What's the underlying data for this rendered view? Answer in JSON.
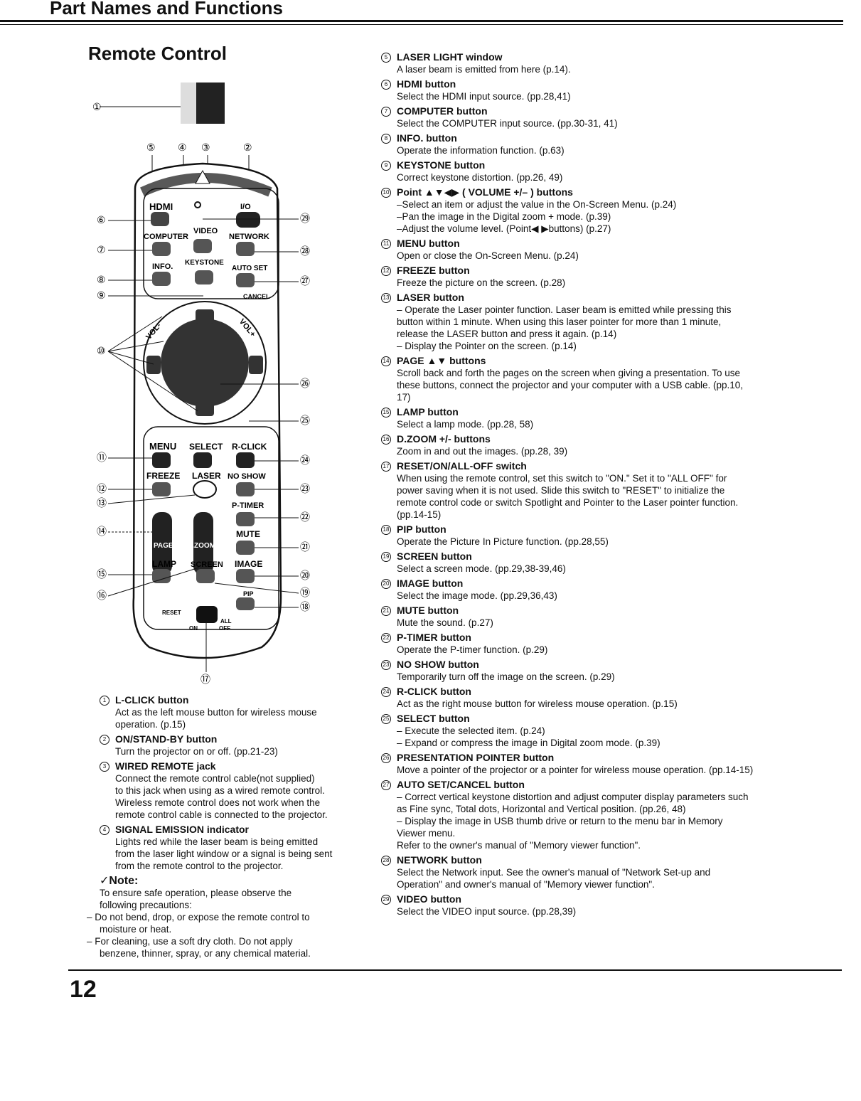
{
  "header": {
    "title": "Part Names and Functions"
  },
  "section_title": "Remote Control",
  "remote": {
    "labels": {
      "hdmi": "HDMI",
      "computer": "COMPUTER",
      "video": "VIDEO",
      "network": "NETWORK",
      "info": "INFO.",
      "keystone": "KEYSTONE",
      "autoset": "AUTO SET",
      "cancel": "CANCEL",
      "menu": "MENU",
      "select": "SELECT",
      "rclick": "R-CLICK",
      "freeze": "FREEZE",
      "laser": "LASER",
      "noshow": "NO SHOW",
      "ptimer": "P-TIMER",
      "page": "PAGE",
      "dzoom": "D.ZOOM",
      "mute": "MUTE",
      "lamp": "LAMP",
      "screen": "SCREEN",
      "image": "IMAGE",
      "pip": "PIP",
      "reset": "RESET",
      "all": "ALL",
      "on": "ON",
      "off": "OFF",
      "vol_minus": "VOL-",
      "vol_plus": "VOL+",
      "power": "I/O"
    },
    "callouts": [
      "①",
      "②",
      "③",
      "④",
      "⑤",
      "⑥",
      "⑦",
      "⑧",
      "⑨",
      "⑩",
      "⑪",
      "⑫",
      "⑬",
      "⑭",
      "⑮",
      "⑯",
      "⑰",
      "⑱",
      "⑲",
      "⑳",
      "㉑",
      "㉒",
      "㉓",
      "㉔",
      "㉕",
      "㉖",
      "㉗",
      "㉘",
      "㉙"
    ]
  },
  "left_items": [
    {
      "num": "1",
      "title": "L-CLICK button",
      "lines": [
        "Act as the left mouse button for wireless mouse",
        "operation. (p.15)"
      ]
    },
    {
      "num": "2",
      "title": "ON/STAND-BY button",
      "lines": [
        "Turn the projector on or off. (pp.21-23)"
      ]
    },
    {
      "num": "3",
      "title": "WIRED REMOTE jack",
      "lines": [
        "Connect the remote control cable(not supplied)",
        "to this jack when using as a wired remote control.",
        "Wireless remote control does not work when the",
        "remote control cable is connected to the projector."
      ]
    },
    {
      "num": "4",
      "title": "SIGNAL EMISSION indicator",
      "lines": [
        "Lights red while the laser beam is being emitted",
        "from the laser light window or a signal is being sent",
        "from the remote control to the projector."
      ]
    }
  ],
  "note": {
    "title": "✓Note:",
    "lines": [
      "To ensure safe operation, please observe the",
      "following precautions:",
      "– Do not bend, drop, or expose the remote control to",
      "moisture or heat.",
      "– For cleaning, use a soft dry cloth. Do not apply",
      "benzene, thinner, spray, or any chemical material."
    ]
  },
  "right_items": [
    {
      "num": "5",
      "title": "LASER LIGHT window",
      "lines": [
        "A laser beam is emitted from here (p.14)."
      ]
    },
    {
      "num": "6",
      "title": "HDMI button",
      "lines": [
        "Select the HDMI input source. (pp.28,41)"
      ]
    },
    {
      "num": "7",
      "title": "COMPUTER button",
      "lines": [
        "Select the COMPUTER input source. (pp.30-31, 41)"
      ]
    },
    {
      "num": "8",
      "title": "INFO. button",
      "lines": [
        "Operate the information function. (p.63)"
      ]
    },
    {
      "num": "9",
      "title": "KEYSTONE button",
      "lines": [
        "Correct keystone distortion. (pp.26, 49)"
      ]
    },
    {
      "num": "10",
      "title": "Point ▲▼◀▶ ( VOLUME +/– ) buttons",
      "lines": [
        "–Select an item or adjust the value in the On-Screen Menu. (p.24)",
        "–Pan the image in the Digital zoom + mode. (p.39)",
        "–Adjust the volume level. (Point◀ ▶buttons) (p.27)"
      ]
    },
    {
      "num": "11",
      "title": "MENU button",
      "lines": [
        "Open or close the On-Screen Menu. (p.24)"
      ]
    },
    {
      "num": "12",
      "title": "FREEZE button",
      "lines": [
        "Freeze the picture on the screen. (p.28)"
      ]
    },
    {
      "num": "13",
      "title": "LASER button",
      "lines": [
        "– Operate the Laser pointer function. Laser beam is emitted while pressing this",
        "button within 1 minute. When using this laser pointer for more than 1 minute,",
        "release the LASER button and press it again. (p.14)",
        "– Display the Pointer on the screen. (p.14)"
      ]
    },
    {
      "num": "14",
      "title": "PAGE ▲▼ buttons",
      "lines": [
        "Scroll back and forth the pages on the screen when giving a presentation. To use",
        "these buttons, connect the projector and your computer with a USB cable. (pp.10,",
        "17)"
      ]
    },
    {
      "num": "15",
      "title": "LAMP button",
      "lines": [
        "Select a lamp mode. (pp.28, 58)"
      ]
    },
    {
      "num": "16",
      "title": "D.ZOOM +/- buttons",
      "lines": [
        "Zoom in and out the images. (pp.28, 39)"
      ]
    },
    {
      "num": "17",
      "title": "RESET/ON/ALL-OFF switch",
      "lines": [
        "When using the remote control, set this switch to \"ON.\" Set it to \"ALL OFF\" for",
        "power saving when it is not used. Slide this switch to \"RESET\" to initialize the",
        "remote control code or switch Spotlight and Pointer to the Laser pointer function.",
        "(pp.14-15)"
      ]
    },
    {
      "num": "18",
      "title": "PIP button",
      "lines": [
        "Operate the Picture In Picture function. (pp.28,55)"
      ]
    },
    {
      "num": "19",
      "title": "SCREEN button",
      "lines": [
        "Select a screen mode. (pp.29,38-39,46)"
      ]
    },
    {
      "num": "20",
      "title": "IMAGE button",
      "lines": [
        "Select the image mode. (pp.29,36,43)"
      ]
    },
    {
      "num": "21",
      "title": "MUTE button",
      "lines": [
        "Mute the sound. (p.27)"
      ]
    },
    {
      "num": "22",
      "title": "P-TIMER button",
      "lines": [
        "Operate the P-timer function. (p.29)"
      ]
    },
    {
      "num": "23",
      "title": "NO SHOW button",
      "lines": [
        "Temporarily turn off the image on the screen. (p.29)"
      ]
    },
    {
      "num": "24",
      "title": "R-CLICK button",
      "lines": [
        "Act as the right mouse button for wireless mouse operation. (p.15)"
      ]
    },
    {
      "num": "25",
      "title": "SELECT button",
      "lines": [
        "– Execute the selected item. (p.24)",
        "– Expand or compress the image in Digital zoom mode. (p.39)"
      ]
    },
    {
      "num": "26",
      "title": "PRESENTATION POINTER button",
      "lines": [
        "Move a pointer of the projector or a pointer for wireless mouse operation. (pp.14-15)"
      ]
    },
    {
      "num": "27",
      "title": "AUTO SET/CANCEL button",
      "lines": [
        "– Correct vertical keystone distortion and adjust computer display parameters such",
        "as Fine sync, Total dots, Horizontal and Vertical position. (pp.26, 48)",
        "– Display the image in USB thumb drive or return to the menu bar in Memory",
        "Viewer menu.",
        "Refer to the owner's manual of \"Memory viewer function\"."
      ]
    },
    {
      "num": "28",
      "title": "NETWORK button",
      "lines": [
        "Select the Network input. See the owner's manual of \"Network Set-up and",
        "Operation\" and owner's manual of \"Memory viewer function\"."
      ]
    },
    {
      "num": "29",
      "title": "VIDEO button",
      "lines": [
        "Select the VIDEO input source. (pp.28,39)"
      ]
    }
  ],
  "page_number": "12"
}
